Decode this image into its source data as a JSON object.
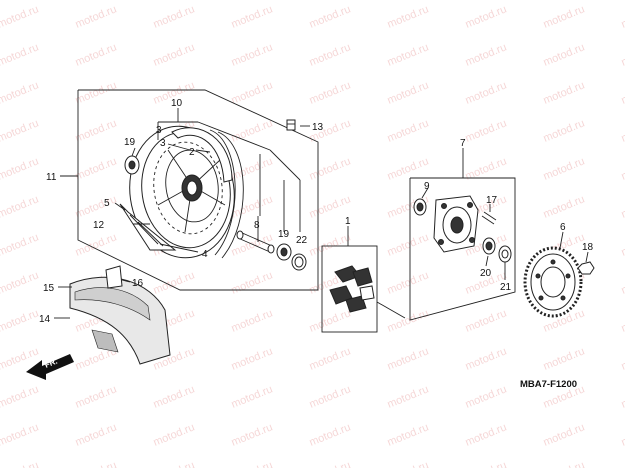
{
  "watermark_text": "motod.ru",
  "diagram_code": "MBA7-F1200",
  "direction_label": "FR.",
  "part_labels": {
    "p1": "1",
    "p2": "2",
    "p3a": "3",
    "p3b": "3",
    "p4": "4",
    "p5": "5",
    "p6": "6",
    "p7": "7",
    "p8": "8",
    "p9": "9",
    "p10": "10",
    "p11": "11",
    "p12": "12",
    "p13": "13",
    "p14": "14",
    "p15": "15",
    "p16": "16",
    "p17": "17",
    "p18": "18",
    "p19a": "19",
    "p19b": "19",
    "p20": "20",
    "p21": "21",
    "p22": "22"
  },
  "colors": {
    "line": "#222222",
    "watermark": "#d64a4a",
    "background": "#ffffff"
  }
}
